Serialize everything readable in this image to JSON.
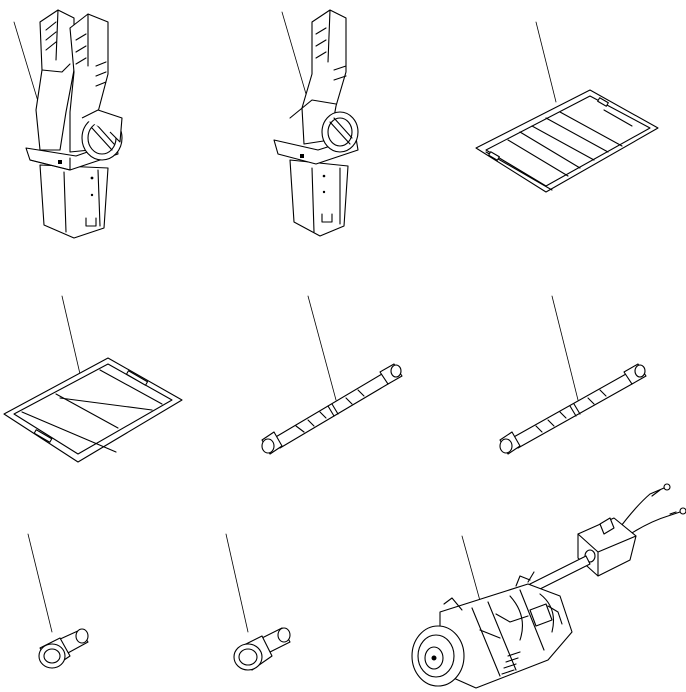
{
  "diagram": {
    "parts": [
      {
        "id": "part-1",
        "kind": "control-lever-double"
      },
      {
        "id": "part-2",
        "kind": "control-lever-single"
      },
      {
        "id": "part-3",
        "kind": "label-plate"
      },
      {
        "id": "part-4",
        "kind": "label-plate"
      },
      {
        "id": "part-5",
        "kind": "hose"
      },
      {
        "id": "part-6",
        "kind": "hose"
      },
      {
        "id": "part-7",
        "kind": "connector"
      },
      {
        "id": "part-8",
        "kind": "connector"
      },
      {
        "id": "part-9",
        "kind": "motor-assembly"
      }
    ],
    "colors": {
      "line": "#000000",
      "background": "#ffffff"
    }
  }
}
